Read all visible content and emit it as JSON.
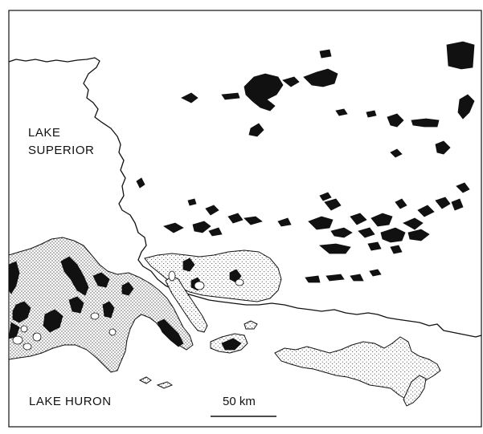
{
  "labels": {
    "lake_superior_line1": "LAKE",
    "lake_superior_line2": "SUPERIOR",
    "lake_huron": "LAKE HURON"
  },
  "scale_bar": {
    "label": "50 km"
  },
  "colors": {
    "ink": "#111111",
    "paper": "#ffffff",
    "stipple": "#3a3a3a"
  }
}
